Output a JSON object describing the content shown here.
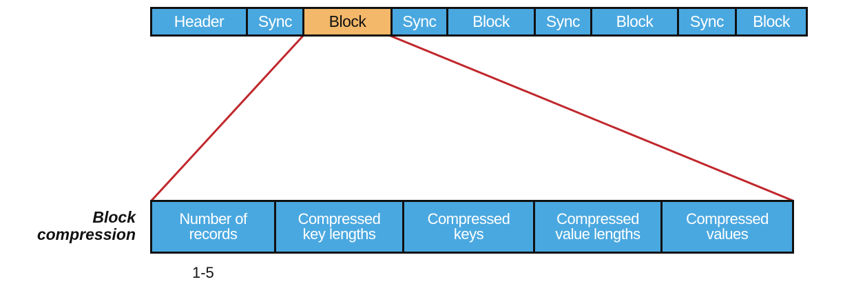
{
  "top_strip": {
    "segments": [
      {
        "label": "Header",
        "highlighted": false
      },
      {
        "label": "Sync",
        "highlighted": false
      },
      {
        "label": "Block",
        "highlighted": true
      },
      {
        "label": "Sync",
        "highlighted": false
      },
      {
        "label": "Block",
        "highlighted": false
      },
      {
        "label": "Sync",
        "highlighted": false
      },
      {
        "label": "Block",
        "highlighted": false
      },
      {
        "label": "Sync",
        "highlighted": false
      },
      {
        "label": "Block",
        "highlighted": false
      }
    ]
  },
  "block_detail": {
    "side_label": "Block\ncompression",
    "segments": [
      {
        "label": "Number of\nrecords"
      },
      {
        "label": "Compressed\nkey lengths"
      },
      {
        "label": "Compressed\nkeys"
      },
      {
        "label": "Compressed\nvalue lengths"
      },
      {
        "label": "Compressed\nvalues"
      }
    ],
    "below_label": "1-5"
  },
  "colors": {
    "segment_fill": "#4aa8e0",
    "highlight_fill": "#f4b86a",
    "border": "#111111",
    "zoom_line": "#c0282d"
  }
}
